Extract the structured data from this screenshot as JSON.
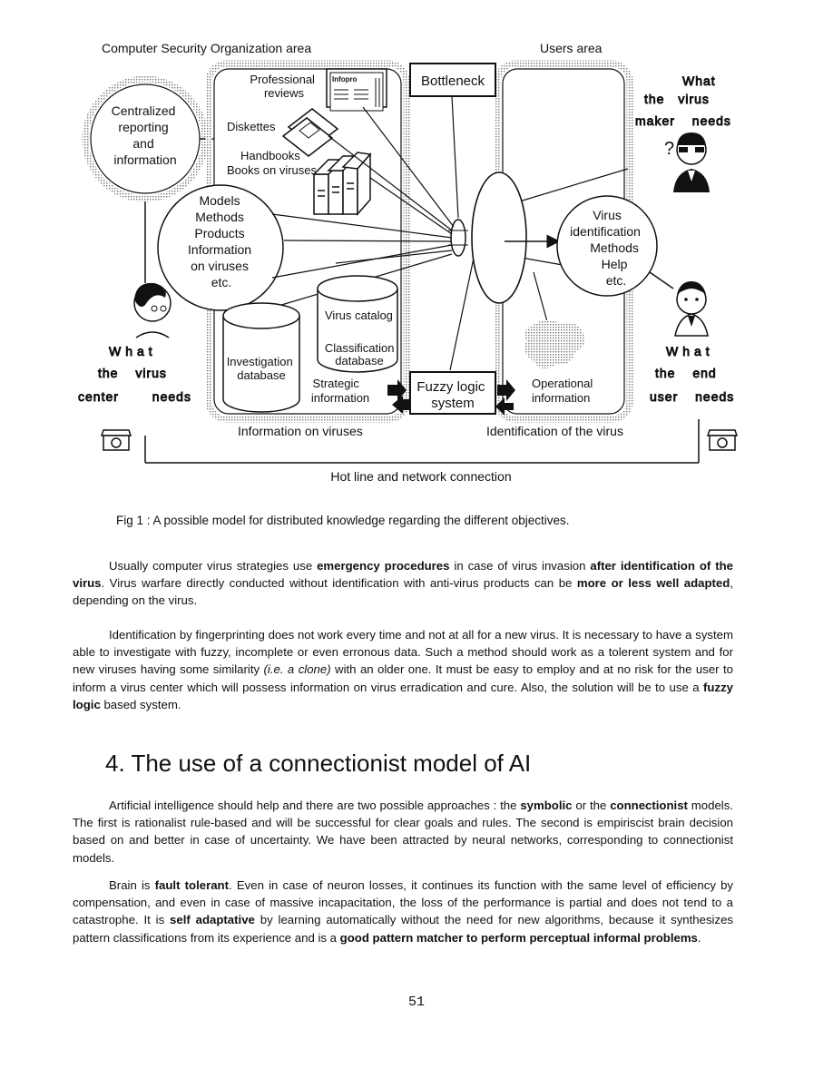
{
  "figure": {
    "org_area": "Computer Security Organization area",
    "users_area": "Users area",
    "centralized": [
      "Centralized",
      "reporting",
      "and",
      "information"
    ],
    "professional": [
      "Professional",
      "reviews"
    ],
    "infopro": "Infopro",
    "diskettes": "Diskettes",
    "handbooks": [
      "Handbooks",
      "Books on viruses"
    ],
    "models": [
      "Models",
      "Methods",
      "Products",
      "Information",
      "on viruses",
      "etc."
    ],
    "bottleneck": "Bottleneck",
    "virus_catalog": "Virus catalog",
    "classification": [
      "Classification",
      "database"
    ],
    "investigation": [
      "Investigation",
      "database"
    ],
    "strategic": [
      "Strategic",
      "information"
    ],
    "fuzzy": [
      "Fuzzy logic",
      "system"
    ],
    "operational": [
      "Operational",
      "information"
    ],
    "virus_id": [
      "Virus",
      "identification",
      "Methods",
      "Help",
      "etc."
    ],
    "maker_needs": [
      "What",
      "the virus",
      "maker needs"
    ],
    "center_needs": [
      "What",
      "the virus",
      "center needs"
    ],
    "user_needs": [
      "What",
      "the end",
      "user needs"
    ],
    "question": "?",
    "info_on_viruses": "Information on viruses",
    "identification_of_virus": "Identification of the virus",
    "hotline": "Hot line and network connection"
  },
  "caption": "Fig 1 :  A possible model for distributed knowledge regarding the different objectives.",
  "para1": {
    "t1": "Usually computer virus strategies use ",
    "b1": "emergency procedures",
    "t2": " in case of virus invasion ",
    "b2": "after identification of the virus",
    "t3": ". Virus warfare directly conducted without identification with anti-virus products can be ",
    "b3": "more or less well adapted",
    "t4": ", depending on the virus."
  },
  "para2": {
    "t1": "Identification by fingerprinting does not work every time and not at all for a new virus. It is necessary to have a system able to investigate with fuzzy, incomplete or even erronous data. Such a method should work  as a tolerent system and for new viruses having some similarity ",
    "i1": "(i.e. a clone)",
    "t2": "  with an older one. It must be easy to employ and at no risk for the user to inform  a virus center which will possess information on virus erradication and cure. Also, the solution will be to use a ",
    "b1": "fuzzy logic",
    "t3": " based system."
  },
  "heading": "4. The use of a connectionist model of AI",
  "para3": {
    "t1": "Artificial intelligence should help and there are two possible approaches : the ",
    "b1": "symbolic",
    "t2": " or the ",
    "b2": "connectionist",
    "t3": " models. The first is rationalist rule-based and will be successful for clear goals and rules. The second is empiriscist brain decision based on and better in case of uncertainty. We have been attracted by neural networks, corresponding to connectionist models."
  },
  "para4": {
    "t1": "Brain is ",
    "b1": "fault tolerant",
    "t2": ". Even in case of neuron losses, it continues its function with the same level of efficiency by compensation, and even in case of massive incapacitation, the loss of the performance is partial and does not tend to a catastrophe. It is ",
    "b2": "self adaptative",
    "t3": " by learning automatically without the need for  new algorithms, because it synthesizes pattern classifications from its experience and is a ",
    "b3": "good pattern matcher  to perform perceptual informal problems",
    "t4": "."
  },
  "page_number": "51"
}
